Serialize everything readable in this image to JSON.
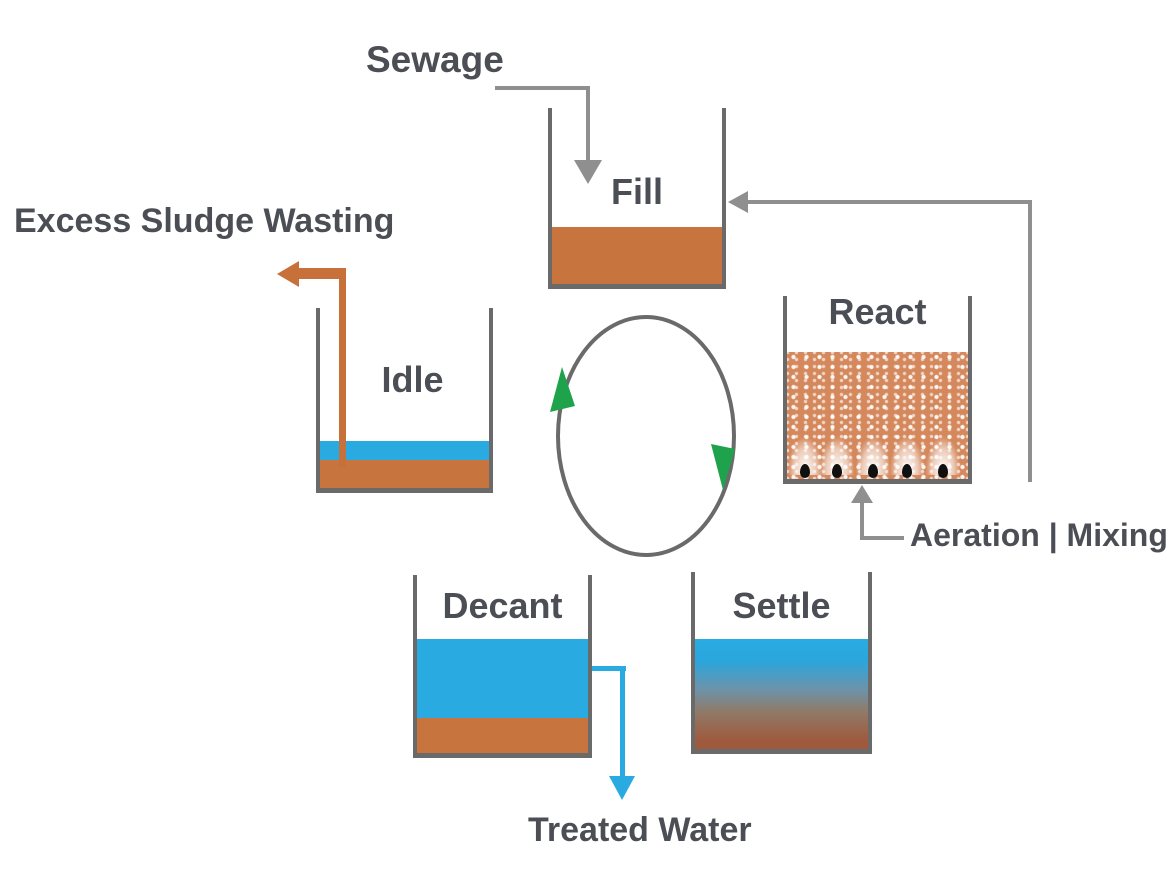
{
  "labels": {
    "sewage": "Sewage",
    "excess_sludge_wasting": "Excess Sludge Wasting",
    "aeration_mixing": "Aeration | Mixing",
    "treated_water": "Treated Water"
  },
  "stages": {
    "fill": "Fill",
    "idle": "Idle",
    "react": "React",
    "decant": "Decant",
    "settle": "Settle"
  },
  "colors": {
    "water_blue": "#29abe2",
    "sludge_brown": "#c8743f",
    "mixed_liquor": "#d4885c",
    "arrow_orange": "#c8703a",
    "cycle_green": "#1fa24c",
    "line_gray": "#8f8f8f",
    "wall_gray": "#6a6a6a",
    "text_dark": "#4b4f55",
    "settle_bottom": "#9f5a3e"
  }
}
